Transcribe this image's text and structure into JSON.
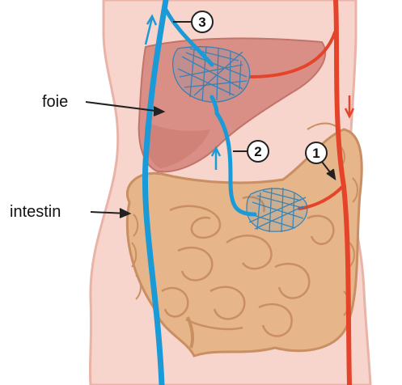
{
  "labels": {
    "liver": "foie",
    "intestine": "intestin"
  },
  "markers": {
    "one": "1",
    "two": "2",
    "three": "3"
  },
  "colors": {
    "body_skin": "#f7d4cc",
    "body_outline": "#e9b3a8",
    "liver": "#d98f86",
    "intestine": "#e6b58a",
    "intestine_outline": "#c98f62",
    "vein_blue": "#1a9ad6",
    "artery_red": "#e5442b"
  }
}
